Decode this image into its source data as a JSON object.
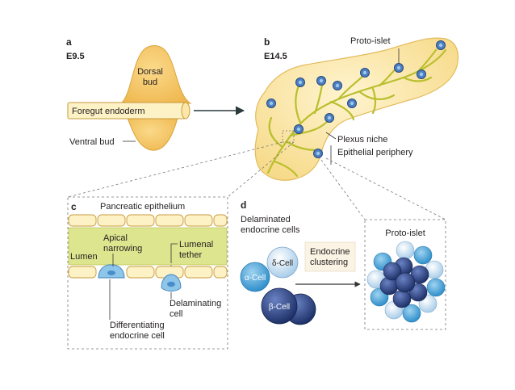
{
  "colors": {
    "bud_fill": "#f5c768",
    "bud_stroke": "#d9a43a",
    "gut_fill": "#fdf1c6",
    "pancreas_fill": "#fbe5a3",
    "plexus": "#b9bf2e",
    "lumen": "#dde58f",
    "alpha_cell": "#4aa3d6",
    "delta_cell": "#c9e3f4",
    "beta_cell": "#223a78",
    "dashed": "#777777"
  },
  "panel_a": {
    "letter": "a",
    "stage": "E9.5",
    "dorsal_line1": "Dorsal",
    "dorsal_line2": "bud",
    "foregut": "Foregut endoderm",
    "ventral": "Ventral bud"
  },
  "panel_b": {
    "letter": "b",
    "stage": "E14.5",
    "proto_islet": "Proto-islet",
    "plexus_niche": "Plexus niche",
    "periphery": "Epithelial periphery"
  },
  "panel_c": {
    "letter": "c",
    "epithelium": "Pancreatic epithelium",
    "lumen": "Lumen",
    "apical_line1": "Apical",
    "apical_line2": "narrowing",
    "tether_line1": "Lumenal",
    "tether_line2": "tether",
    "delam_line1": "Delaminating",
    "delam_line2": "cell",
    "diff_line1": "Differentiating",
    "diff_line2": "endocrine cell"
  },
  "panel_d": {
    "letter": "d",
    "title_line1": "Delaminated",
    "title_line2": "endocrine cells",
    "alpha": "α-Cell",
    "delta": "δ-Cell",
    "beta": "β-Cell",
    "cluster_line1": "Endocrine",
    "cluster_line2": "clustering",
    "proto_islet": "Proto-islet"
  }
}
